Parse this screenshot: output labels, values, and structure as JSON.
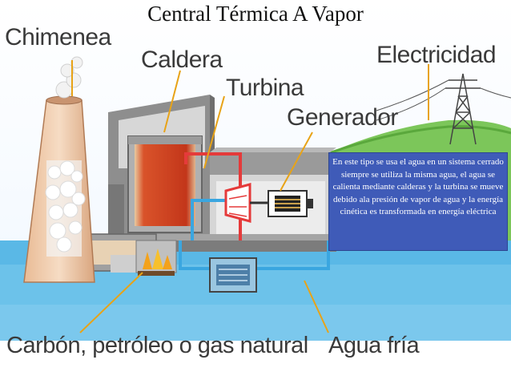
{
  "title": "Central Térmica  A Vapor",
  "labels": {
    "chimenea": "Chimenea",
    "caldera": "Caldera",
    "turbina": "Turbina",
    "generador": "Generador",
    "electricidad": "Electricidad",
    "combustible": "Carbón, petróleo o gas natural",
    "agua_fria": "Agua fría"
  },
  "info_text": "En este tipo se usa el agua en un sistema cerrado siempre se utiliza la misma agua, el agua se calienta mediante calderas y la turbina se mueve  debido ala presión de vapor de agua y la energía cinética es transformada en energía eléctrica",
  "colors": {
    "info_box": "#3f5bb8",
    "wall": "#8e8e8e",
    "boiler_fire": "#c83a18",
    "water_pipe": "#3aa6e0",
    "turbine": "#e53a3a",
    "ground": "#7cc65a",
    "river": "#5ab8e6",
    "label_text": "#3a3a3a"
  }
}
